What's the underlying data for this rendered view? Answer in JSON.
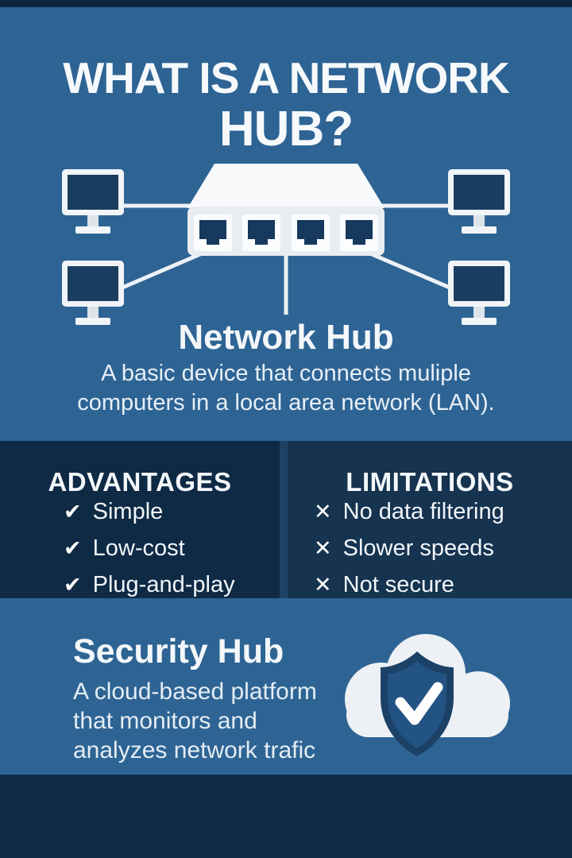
{
  "header": {
    "title_line1": "WHAT IS A NETWORK",
    "title_line2": "HUB?"
  },
  "diagram": {
    "caption": "Network Hub",
    "description_line1": "A basic device that connects muliple",
    "description_line2": "computers in a local area network (LAN).",
    "device": "4-port network hub connected to four computers"
  },
  "comparison": {
    "advantages": {
      "heading": "ADVANTAGES",
      "check_icon": "✔",
      "items": [
        "Simple",
        "Low-cost",
        "Plug-and-play"
      ]
    },
    "limitations": {
      "heading": "LIMITATIONS",
      "cross_icon": "✕",
      "items": [
        "No data filtering",
        "Slower speeds",
        "Not secure"
      ]
    }
  },
  "security": {
    "heading": "Security Hub",
    "description_line1": "A cloud-based platform",
    "description_line2": "that monitors and",
    "description_line3": "analyzes network trafic"
  },
  "colors": {
    "background_blue": "#2e6494",
    "dark_navy": "#102c47",
    "panel_left": "#0f2a45",
    "panel_right": "#16334f",
    "white": "#f3f7fa",
    "screen_navy": "#1b3e60",
    "shield_fill": "#235383"
  }
}
